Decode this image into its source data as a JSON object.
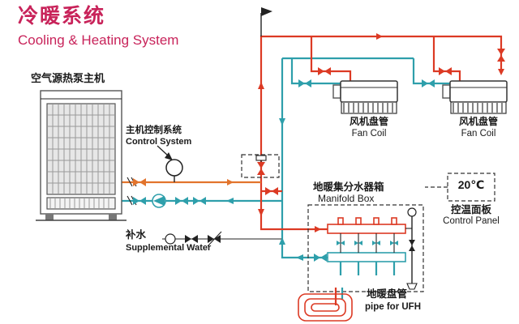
{
  "title": {
    "cn": "冷暖系统",
    "en": "Cooling & Heating System"
  },
  "heat_pump": {
    "label": "空气源热泵主机"
  },
  "control_system": {
    "cn": "主机控制系统",
    "en": "Control System"
  },
  "supplemental_water": {
    "cn": "补水",
    "en": "Supplemental Water"
  },
  "fan_coil": {
    "cn": "风机盘管",
    "en": "Fan Coil"
  },
  "manifold": {
    "cn": "地暖集分水器箱",
    "en": "Manifold Box"
  },
  "control_panel": {
    "temp": "20℃",
    "cn": "控温面板",
    "en": "Control Panel"
  },
  "ufh": {
    "cn": "地暖盘管",
    "en": "pipe for UFH"
  },
  "colors": {
    "title": "#c8235a",
    "supply": "#dc3a24",
    "hp": "#e2742c",
    "return": "#2e9fab"
  }
}
